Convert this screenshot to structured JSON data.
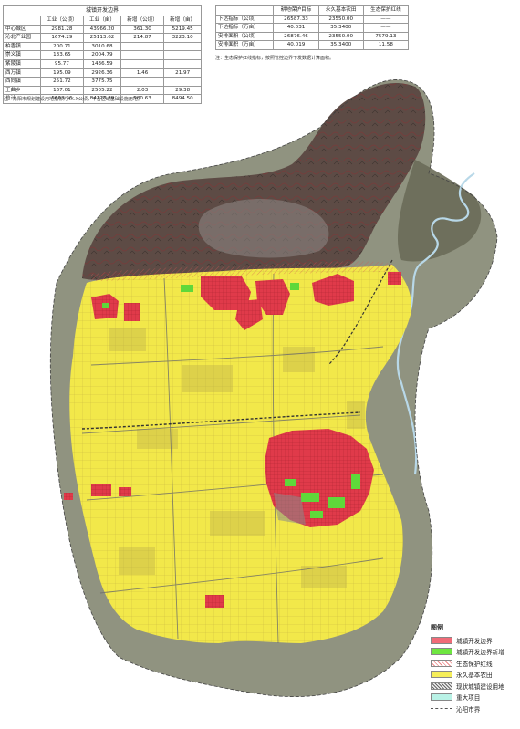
{
  "left_table": {
    "title": "城镇开发边界",
    "headers": [
      "",
      "工业（公顷）",
      "工业（亩）",
      "新增（公顷）",
      "新增（亩）"
    ],
    "rows": [
      [
        "中心城区",
        "2981.28",
        "43966.20",
        "361.30",
        "5219.45"
      ],
      [
        "沁北产业园",
        "1674.29",
        "25113.62",
        "214.87",
        "3223.10"
      ],
      [
        "柏香镇",
        "200.71",
        "3010.68",
        "",
        ""
      ],
      [
        "崇义镇",
        "133.65",
        "2004.79",
        "",
        ""
      ],
      [
        "紫陵镇",
        "95.77",
        "1436.59",
        "",
        ""
      ],
      [
        "西万镇",
        "195.09",
        "2926.36",
        "1.46",
        "21.97"
      ],
      [
        "西向镇",
        "251.72",
        "3775.75",
        "",
        ""
      ],
      [
        "王曲乡",
        "167.01",
        "2505.22",
        "2.03",
        "29.38"
      ],
      [
        "总计",
        "5603.26",
        "84128.89",
        "580.63",
        "8494.50"
      ]
    ],
    "note": "注：沁阳市规划建设用地指标约XX.X公顷，不含区域基础设施用地。"
  },
  "right_table": {
    "headers": [
      "",
      "耕地保护目标",
      "永久基本农田",
      "生态保护红线"
    ],
    "rows": [
      [
        "下达指标（公顷）",
        "26587.33",
        "23550.00",
        "——"
      ],
      [
        "下达指标（万亩）",
        "40.031",
        "35.3400",
        "——"
      ],
      [
        "安排面积（公顷）",
        "26876.46",
        "23550.00",
        "7579.13"
      ],
      [
        "安排面积（万亩）",
        "40.019",
        "35.3400",
        "11.58"
      ]
    ],
    "note": "注：生态保护红线指标，按照管控边界下发数据计算面积。"
  },
  "legend": {
    "title": "图例",
    "items": [
      {
        "label": "城镇开发边界",
        "color": "#f06b78"
      },
      {
        "label": "城镇开发边界新增",
        "color": "#6ee640"
      },
      {
        "label": "生态保护红线",
        "color": "#f2b8b8"
      },
      {
        "label": "永久基本农田",
        "color": "#f5ee5a"
      },
      {
        "label": "现状城镇建设用地",
        "color": "#777777"
      },
      {
        "label": "重大项目",
        "color": "#b9f2e6"
      },
      {
        "label": "沁阳市界",
        "color": "#555555"
      }
    ]
  },
  "colors": {
    "farmland": "#f2e84a",
    "urban_boundary": "#e03a4a",
    "urban_new": "#5fd83a",
    "mountain": "#5a4a45",
    "river": "#b8d8e8"
  }
}
